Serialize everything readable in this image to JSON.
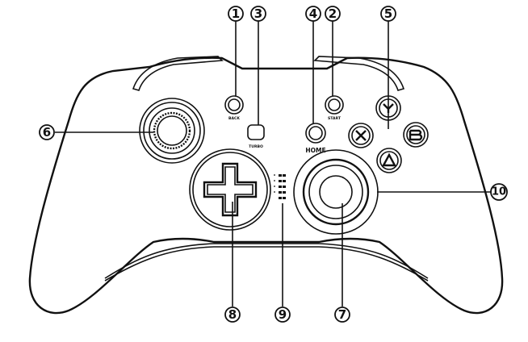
{
  "diagram": {
    "button_labels": {
      "back": "BACK",
      "turbo": "TURBO",
      "home": "HOME",
      "start": "START"
    },
    "face_buttons": [
      "Y",
      "X",
      "B",
      "A"
    ],
    "callouts": [
      "1",
      "2",
      "3",
      "4",
      "5",
      "6",
      "7",
      "8",
      "9",
      "10"
    ]
  }
}
